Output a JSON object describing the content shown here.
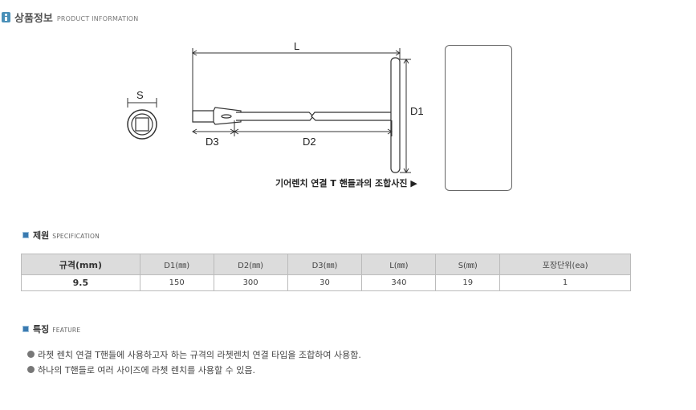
{
  "header": {
    "title": "상품정보",
    "subtitle": "PRODUCT INFORMATION"
  },
  "diagram": {
    "label_L": "L",
    "label_S": "S",
    "label_D1": "D1",
    "label_D2": "D2",
    "label_D3": "D3",
    "caption": "기어렌치 연결 T 핸들과의 조합사진 ▶"
  },
  "spec": {
    "title": "제원",
    "subtitle": "SPECIFICATION",
    "headers": [
      "규격(mm)",
      "D1(㎜)",
      "D2(㎜)",
      "D3(㎜)",
      "L(㎜)",
      "S(㎜)",
      "포장단위(ea)"
    ],
    "rows": [
      [
        "9.5",
        "150",
        "300",
        "30",
        "340",
        "19",
        "1"
      ]
    ]
  },
  "feature": {
    "title": "특징",
    "subtitle": "FEATURE",
    "items": [
      "라쳇 렌치 연결 T핸들에 사용하고자 하는 규격의 라쳇렌치 연결 타입을 조합하여 사용함.",
      "하나의 T핸들로 여러 사이즈에 라쳇 렌치를 사용할 수 있음."
    ]
  }
}
